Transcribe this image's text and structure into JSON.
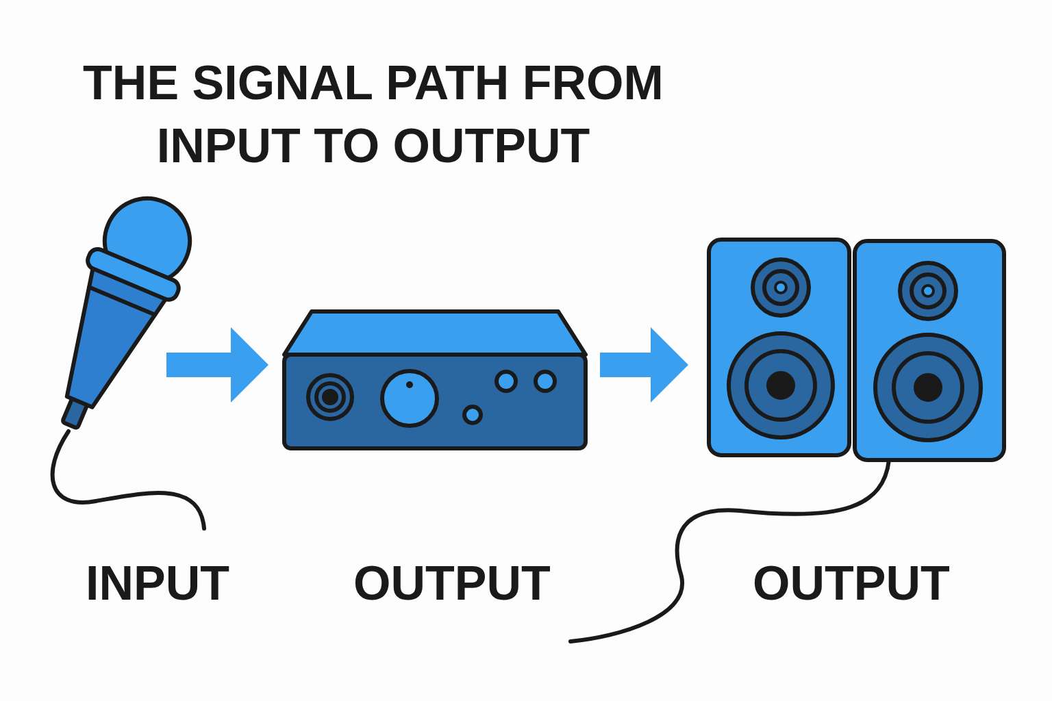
{
  "diagram": {
    "title": "THE SIGNAL PATH FROM INPUT TO OUTPUT",
    "nodes": [
      {
        "text": [
          "INPUT"
        ]
      },
      {
        "text": [
          "OUTPUT"
        ]
      },
      {
        "text": [
          "OUTPUT"
        ]
      }
    ],
    "edges": [
      {
        "from": 0,
        "to": 1,
        "arrow": "to"
      },
      {
        "from": 1,
        "to": 2,
        "arrow": "to"
      }
    ]
  }
}
